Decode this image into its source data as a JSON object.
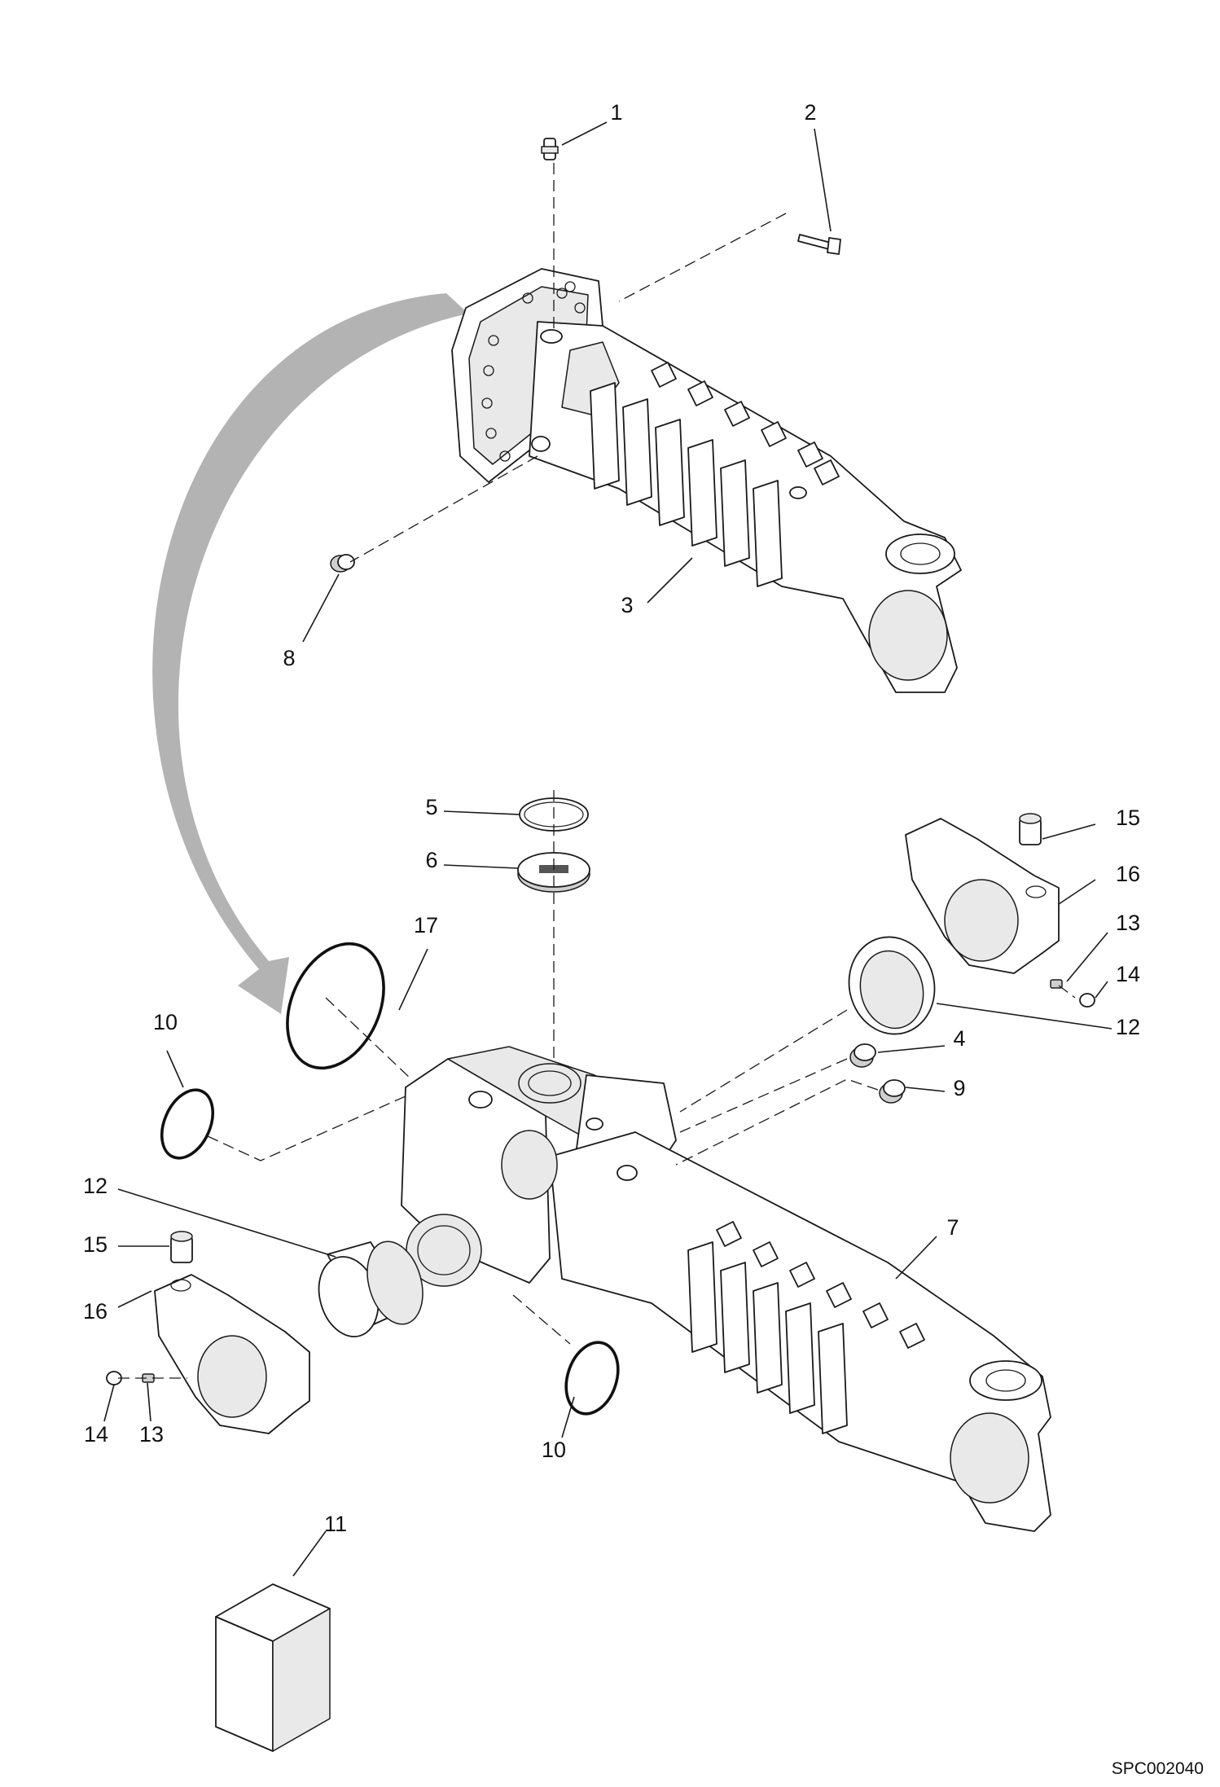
{
  "drawing_code": "SPC002040",
  "arrow_color": "#b3b3b3",
  "callouts": [
    "1",
    "2",
    "3",
    "8",
    "5",
    "6",
    "17",
    "10",
    "15",
    "16",
    "13",
    "14",
    "12",
    "4",
    "9",
    "7",
    "12",
    "15",
    "16",
    "14",
    "13",
    "10",
    "11"
  ]
}
